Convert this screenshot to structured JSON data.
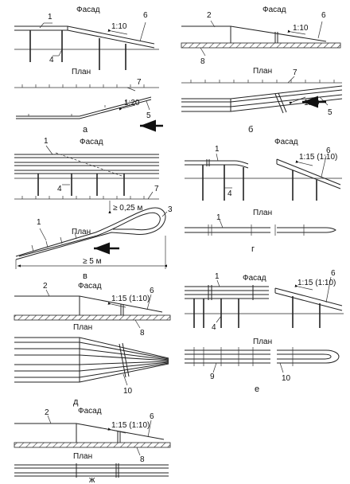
{
  "panels": {
    "a": {
      "letter": "а",
      "facade": "Фасад",
      "plan": "План",
      "c1": "1",
      "c4": "4",
      "c5": "5",
      "c6": "6",
      "c7": "7",
      "slope_facade": "1:10",
      "slope_plan": "1:20"
    },
    "b": {
      "letter": "б",
      "facade": "Фасад",
      "plan": "План",
      "c2": "2",
      "c5": "5",
      "c6": "6",
      "c7": "7",
      "c8": "8",
      "slope_facade": "1:10",
      "slope_plan": "1:20"
    },
    "v": {
      "letter": "в",
      "facade": "Фасад",
      "plan": "План",
      "c1": "1",
      "c1b": "1",
      "c3": "3",
      "c4": "4",
      "c7": "7",
      "dim_gap": "≥ 0,25 м",
      "dim_len": "≥ 5 м"
    },
    "g": {
      "letter": "г",
      "facade": "Фасад",
      "plan": "План",
      "c1": "1",
      "c1b": "1",
      "c4": "4",
      "c6": "6",
      "slope": "1:15 (1:10)"
    },
    "d": {
      "letter": "д",
      "facade": "Фасад",
      "plan": "План",
      "c2": "2",
      "c6": "6",
      "c8": "8",
      "c10": "10",
      "slope": "1:15 (1:10)"
    },
    "e": {
      "letter": "е",
      "facade": "Фасад",
      "plan": "План",
      "c1": "1",
      "c4": "4",
      "c6": "6",
      "c9": "9",
      "c10": "10",
      "slope": "1:15 (1:10)"
    },
    "zh": {
      "letter": "ж",
      "facade": "Фасад",
      "plan": "План",
      "c2": "2",
      "c6": "6",
      "c8": "8",
      "slope": "1:15 (1:10)"
    }
  }
}
